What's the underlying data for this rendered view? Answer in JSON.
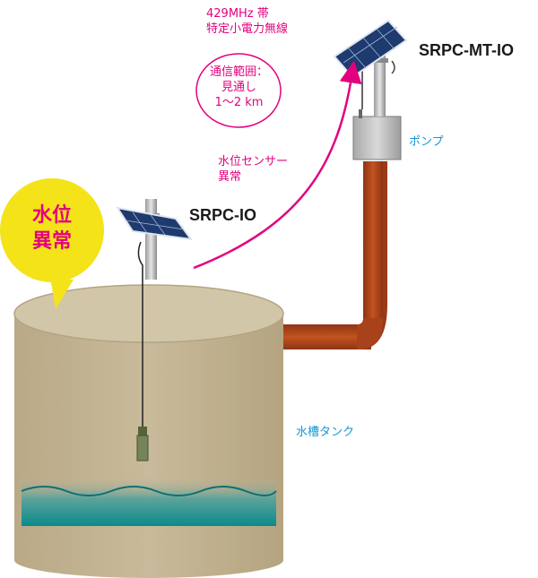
{
  "radio": {
    "line1": "429MHz 帯",
    "line2": "特定小電力無線"
  },
  "range": {
    "line1": "通信範囲：",
    "line2": "見通し",
    "line3": "1～2 km"
  },
  "alert_signal": {
    "line1": "水位センサー",
    "line2": "異常"
  },
  "devices": {
    "receiver": "SRPC-MT-IO",
    "transmitter": "SRPC-IO"
  },
  "pump_label": "ポンプ",
  "tank_label": "水槽タンク",
  "bubble": {
    "line1": "水位",
    "line2": "異常"
  },
  "colors": {
    "accent": "#e3007f",
    "label_blue": "#1597d5",
    "bubble": "#f4e319",
    "pipe": "#b3461d",
    "tank": "#c4b596",
    "water": "#0f8c8a"
  }
}
